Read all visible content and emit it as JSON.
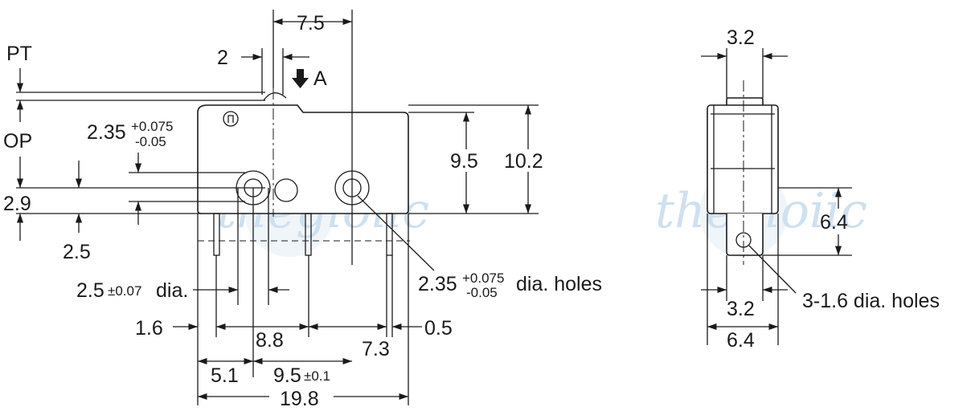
{
  "watermark": {
    "text": "thegioiic",
    "color": "#cfe0ee"
  },
  "front_view": {
    "labels": {
      "pt": "PT",
      "op": "OP",
      "arrow_a": "A",
      "dim_7_5": "7.5",
      "dim_2": "2",
      "dim_2_35_main": "2.35",
      "dim_2_35_plus": "+0.075",
      "dim_2_35_minus": "-0.05",
      "dim_9_5": "9.5",
      "dim_10_2": "10.2",
      "dim_2_9": "2.9",
      "dim_2_5": "2.5",
      "dim_holes_main": "2.35",
      "dim_holes_plus": "+0.075",
      "dim_holes_minus": "-0.05",
      "dim_holes_text": "dia. holes",
      "dim_2_5_dia_main": "2.5",
      "dim_2_5_dia_tol": "±0.07",
      "dim_2_5_dia_text": "dia.",
      "dim_1_6": "1.6",
      "dim_8_8": "8.8",
      "dim_0_5": "0.5",
      "dim_7_3": "7.3",
      "dim_5_1": "5.1",
      "dim_9_5_bottom_main": "9.5",
      "dim_9_5_bottom_tol": "±0.1",
      "dim_19_8": "19.8"
    }
  },
  "side_view": {
    "labels": {
      "dim_3_2_top": "3.2",
      "dim_6_4_right": "6.4",
      "dim_3_2_bottom": "3.2",
      "dim_6_4_bottom": "6.4",
      "dim_holes": "3-1.6 dia. holes"
    }
  }
}
